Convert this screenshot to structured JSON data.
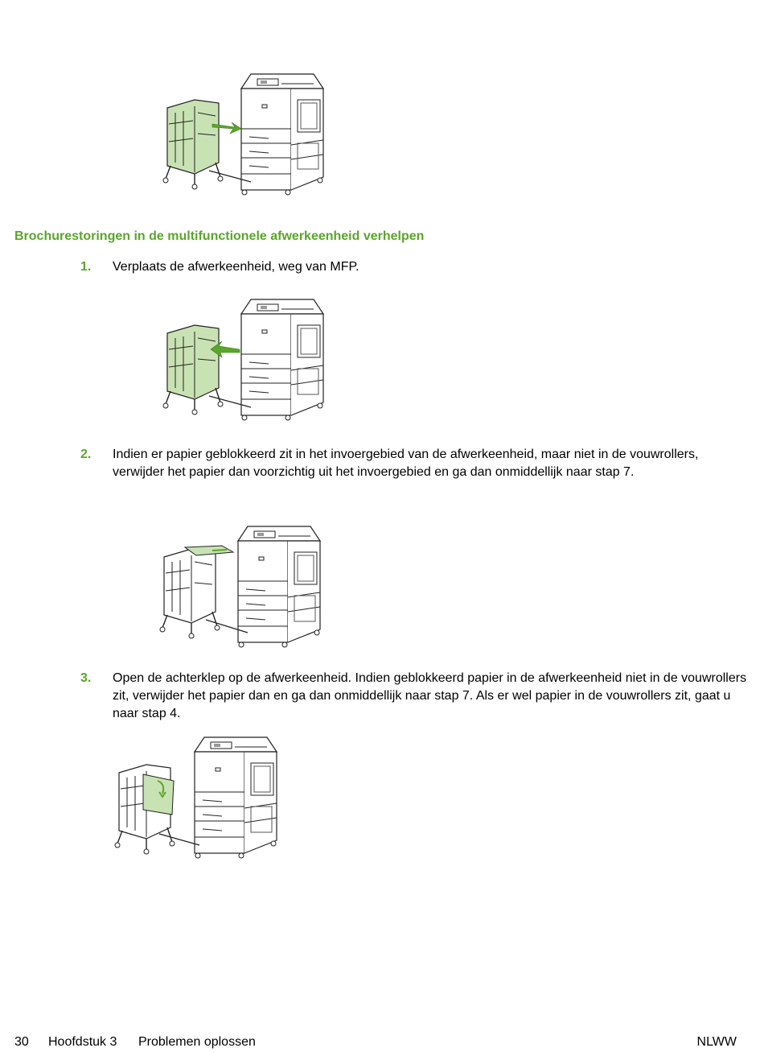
{
  "heading": "Brochurestoringen in de multifunctionele afwerkeenheid verhelpen",
  "steps": [
    {
      "number": "1.",
      "text": "Verplaats de afwerkeenheid, weg van MFP."
    },
    {
      "number": "2.",
      "text": "Indien er papier geblokkeerd zit in het invoergebied van de afwerkeenheid, maar niet in de vouwrollers, verwijder het papier dan voorzichtig uit het invoergebied en ga dan onmiddellijk naar stap 7."
    },
    {
      "number": "3.",
      "text": "Open de achterklep op de afwerkeenheid. Indien geblokkeerd papier in de afwerkeenheid niet in de vouwrollers zit, verwijder het papier dan en ga dan onmiddellijk naar stap 7. Als er wel papier in de vouwrollers zit, gaat u naar stap 4."
    }
  ],
  "footer": {
    "page_number": "30",
    "chapter": "Hoofdstuk 3",
    "chapter_title": "Problemen oplossen",
    "locale": "NLWW"
  },
  "colors": {
    "accent": "#5aa52b",
    "finisher_fill": "#c9e2b3"
  }
}
